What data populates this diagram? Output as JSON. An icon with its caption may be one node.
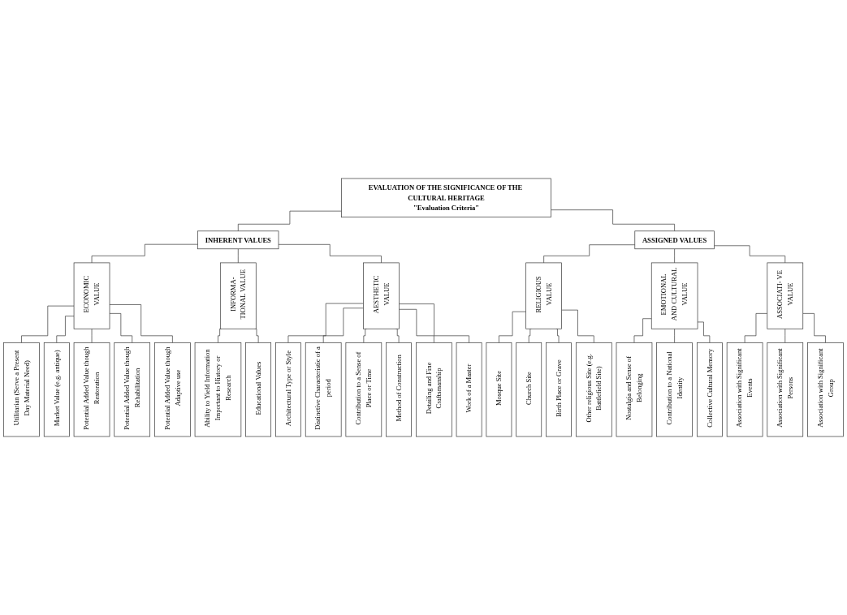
{
  "diagram": {
    "nodes": [
      {
        "text": [
          "EVALUATION OF THE SIGNIFICANCE OF THE CULTURAL HERITAGE",
          "\"Evaluation Criteria\""
        ]
      },
      {
        "text": [
          "INHERENT VALUES"
        ]
      },
      {
        "text": [
          "ASSIGNED VALUES"
        ]
      },
      {
        "text": [
          "ECONOMIC VALUE"
        ]
      },
      {
        "text": [
          "INFORMA- TIONAL VALUE"
        ]
      },
      {
        "text": [
          "AESTHETIC VALUE"
        ]
      },
      {
        "text": [
          "RELIGIOUS VALUE"
        ]
      },
      {
        "text": [
          "EMOTIONAL AND CULTURAL VALUE"
        ]
      },
      {
        "text": [
          "ASSOCIATI- VE VALUE"
        ]
      },
      {
        "text": [
          "Utilitarian (Serve a Present Day Material Need)"
        ]
      },
      {
        "text": [
          "Market Value (e.g. antique)"
        ]
      },
      {
        "text": [
          "Potential Added Value though Restoration"
        ]
      },
      {
        "text": [
          "Potential Added Value though Rehabilitation"
        ]
      },
      {
        "text": [
          "Potential Added Value though Adaptive use"
        ]
      },
      {
        "text": [
          "Ability to Yield Information Important to History or Research"
        ]
      },
      {
        "text": [
          "Educational Values"
        ]
      },
      {
        "text": [
          "Architectural Type or Style"
        ]
      },
      {
        "text": [
          "Distinctive Characteristic of a period"
        ]
      },
      {
        "text": [
          "Contribution to a Sense of Place or Time"
        ]
      },
      {
        "text": [
          "Method of Construction"
        ]
      },
      {
        "text": [
          "Detailing and Fine Craftsmanship"
        ]
      },
      {
        "text": [
          "Work of a Master"
        ]
      },
      {
        "text": [
          "Mosque Site"
        ]
      },
      {
        "text": [
          "Church Site"
        ]
      },
      {
        "text": [
          "Birth Place or Grave"
        ]
      },
      {
        "text": [
          "Other religious Site (e.g. Battlefield Site)"
        ]
      },
      {
        "text": [
          "Nostalgia and Sense of Belonging"
        ]
      },
      {
        "text": [
          "Contribution to a National Identity"
        ]
      },
      {
        "text": [
          "Collective Cultural Memory"
        ]
      },
      {
        "text": [
          "Association with Significant Events"
        ]
      },
      {
        "text": [
          "Association with Significant Persons"
        ]
      },
      {
        "text": [
          "Association with Significant Group"
        ]
      }
    ],
    "edges": [
      {
        "from": 0,
        "to": 1,
        "arrow": "none"
      },
      {
        "from": 0,
        "to": 2,
        "arrow": "none"
      },
      {
        "from": 1,
        "to": 3,
        "arrow": "none"
      },
      {
        "from": 1,
        "to": 4,
        "arrow": "none"
      },
      {
        "from": 1,
        "to": 5,
        "arrow": "none"
      },
      {
        "from": 2,
        "to": 6,
        "arrow": "none"
      },
      {
        "from": 2,
        "to": 7,
        "arrow": "none"
      },
      {
        "from": 2,
        "to": 8,
        "arrow": "none"
      },
      {
        "from": 3,
        "to": 9,
        "arrow": "none"
      },
      {
        "from": 3,
        "to": 10,
        "arrow": "none"
      },
      {
        "from": 3,
        "to": 11,
        "arrow": "none"
      },
      {
        "from": 3,
        "to": 12,
        "arrow": "none"
      },
      {
        "from": 3,
        "to": 13,
        "arrow": "none"
      },
      {
        "from": 4,
        "to": 14,
        "arrow": "none"
      },
      {
        "from": 4,
        "to": 15,
        "arrow": "none"
      },
      {
        "from": 5,
        "to": 16,
        "arrow": "none"
      },
      {
        "from": 5,
        "to": 17,
        "arrow": "none"
      },
      {
        "from": 5,
        "to": 18,
        "arrow": "none"
      },
      {
        "from": 5,
        "to": 19,
        "arrow": "none"
      },
      {
        "from": 5,
        "to": 20,
        "arrow": "none"
      },
      {
        "from": 5,
        "to": 21,
        "arrow": "none"
      },
      {
        "from": 6,
        "to": 22,
        "arrow": "none"
      },
      {
        "from": 6,
        "to": 23,
        "arrow": "none"
      },
      {
        "from": 6,
        "to": 24,
        "arrow": "none"
      },
      {
        "from": 6,
        "to": 25,
        "arrow": "none"
      },
      {
        "from": 7,
        "to": 26,
        "arrow": "none"
      },
      {
        "from": 7,
        "to": 27,
        "arrow": "none"
      },
      {
        "from": 7,
        "to": 28,
        "arrow": "none"
      },
      {
        "from": 8,
        "to": 29,
        "arrow": "none"
      },
      {
        "from": 8,
        "to": 30,
        "arrow": "none"
      },
      {
        "from": 8,
        "to": 31,
        "arrow": "none"
      }
    ]
  }
}
